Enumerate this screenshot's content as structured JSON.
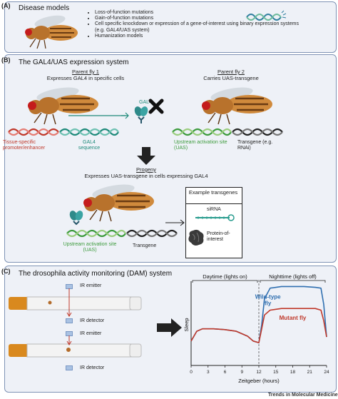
{
  "panelA": {
    "label": "(A)",
    "title": "Disease models",
    "bullets": [
      "Loss-of-function mutations",
      "Gain-of-function mutations",
      "Cell specific knockdown or expression of a gene-of-interest using binary expression systems (e.g. GAL4/UAS system)",
      "Humanization models"
    ]
  },
  "panelB": {
    "label": "(B)",
    "title": "The GAL4/UAS expression system",
    "parent1": {
      "heading": "Parent fly 1",
      "desc": "Expresses GAL4 in specific cells"
    },
    "parent2": {
      "heading": "Parent fly 2",
      "desc": "Carries UAS-transgene"
    },
    "gal4": "GAL4",
    "tissue_specific": "Tissue-specific promoter/enhancer",
    "gal4_sequence": "GAL4 sequence",
    "uas": "Upstream activation site (UAS)",
    "transgene_eg": "Transgene (e.g. RNAi)",
    "progeny": {
      "heading": "Progeny",
      "desc": "Expresses UAS-transgene in cells expressing GAL4"
    },
    "uas2": "Upstream activation site (UAS)",
    "transgene": "Transgene",
    "example": {
      "title": "Example transgenes",
      "sirna": "siRNA",
      "protein": "Protein-of-interest"
    }
  },
  "panelC": {
    "label": "(C)",
    "title": "The drosophila activity monitoring (DAM) system",
    "ir_emitter_1": "IR emitter",
    "ir_detector_1": "IR detector",
    "ir_emitter_2": "IR emitter",
    "ir_detector_2": "IR detector"
  },
  "chart_data": {
    "type": "line",
    "xlabel": "Zeitgeber (hours)",
    "ylabel": "Sleep",
    "xlim": [
      0,
      24
    ],
    "x_ticks": [
      0,
      3,
      6,
      9,
      12,
      15,
      18,
      21,
      24
    ],
    "annotations": [
      "Daytime (lights on)",
      "Nighttime (lights off)"
    ],
    "series": [
      {
        "name": "Wild-type fly",
        "color": "#2f6fb0",
        "x": [
          0,
          1,
          2,
          4,
          6,
          8,
          10,
          11,
          12,
          12.5,
          13,
          14,
          16,
          18,
          20,
          22,
          23,
          23.5,
          24
        ],
        "y": [
          0.3,
          0.42,
          0.45,
          0.45,
          0.44,
          0.42,
          0.36,
          0.3,
          0.28,
          0.5,
          0.82,
          0.95,
          0.97,
          0.97,
          0.97,
          0.96,
          0.95,
          0.75,
          0.35
        ]
      },
      {
        "name": "Mutant fly",
        "color": "#c0392b",
        "x": [
          0,
          1,
          2,
          4,
          6,
          8,
          10,
          11,
          12,
          12.5,
          13,
          14,
          16,
          18,
          20,
          22,
          23,
          23.5,
          24
        ],
        "y": [
          0.3,
          0.42,
          0.45,
          0.45,
          0.44,
          0.42,
          0.36,
          0.3,
          0.28,
          0.45,
          0.62,
          0.68,
          0.7,
          0.7,
          0.7,
          0.7,
          0.68,
          0.55,
          0.35
        ]
      }
    ]
  },
  "footer": "Trends in Molecular Medicine"
}
